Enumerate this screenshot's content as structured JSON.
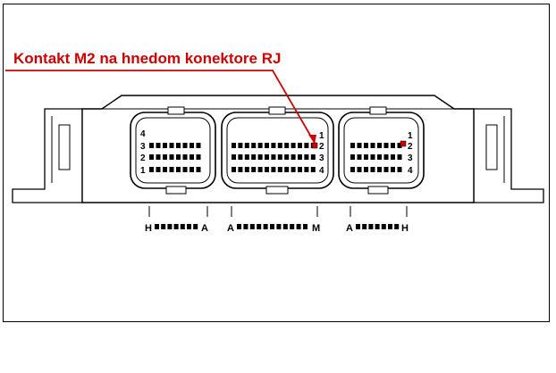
{
  "callout": {
    "text": "Kontakt M2 na hnedom konektore RJ",
    "color": "#cc0000"
  },
  "connectors": [
    {
      "id": "left",
      "row_numbers_left": [
        "4",
        "3",
        "2",
        "1"
      ],
      "row_numbers_right": [],
      "label_start": "H",
      "label_end": "A"
    },
    {
      "id": "middle",
      "row_numbers_left": [],
      "row_numbers_right": [
        "1",
        "2",
        "3",
        "4"
      ],
      "label_start": "A",
      "label_end": "M"
    },
    {
      "id": "right",
      "row_numbers_left": [],
      "row_numbers_right": [
        "1",
        "2",
        "3",
        "4"
      ],
      "label_start": "A",
      "label_end": "H"
    }
  ],
  "highlight_pin": "M2"
}
